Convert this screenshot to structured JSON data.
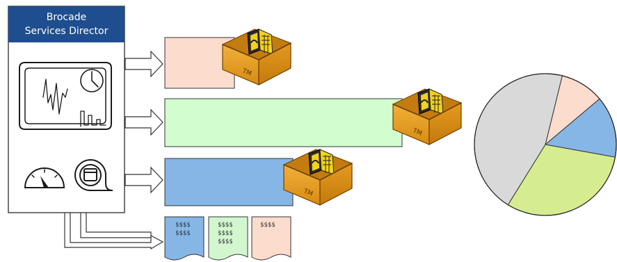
{
  "director": {
    "title_line1": "Brocade",
    "title_line2": "Services Director"
  },
  "box_mark": "TM",
  "invoices": [
    {
      "lines": [
        "$$$$",
        "$$$$"
      ],
      "color": "#86b6e6"
    },
    {
      "lines": [
        "$$$$",
        "$$$$",
        "$$$$"
      ],
      "color": "#d2f7cf"
    },
    {
      "lines": [
        "$$$$"
      ],
      "color": "#fbdccd"
    }
  ],
  "usage_bars": [
    {
      "color": "#fbdccd"
    },
    {
      "color": "#d2fdcf"
    },
    {
      "color": "#86b6e6"
    }
  ],
  "pie": {
    "slices": [
      {
        "share": 0.1,
        "color": "#fbdccd"
      },
      {
        "share": 0.14,
        "color": "#86b6e6"
      },
      {
        "share": 0.31,
        "color": "#d6ec90"
      },
      {
        "share": 0.45,
        "color": "#d9d9d9"
      }
    ]
  }
}
